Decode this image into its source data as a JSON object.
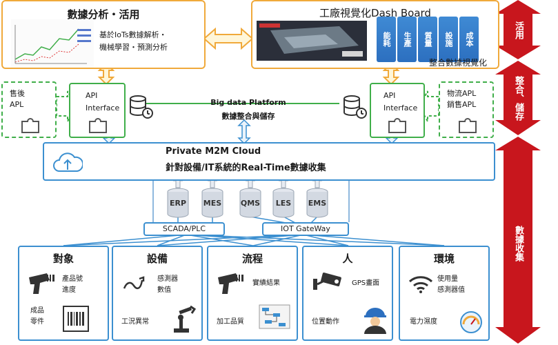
{
  "top": {
    "analysis": {
      "title": "數據分析・活用",
      "desc_line1": "基於IoTs數據解析・",
      "desc_line2": "機械學習・預測分析"
    },
    "dashboard": {
      "title": "工廠視覺化Dash Board",
      "pills": [
        "能耗",
        "生產",
        "質量",
        "設施",
        "成本"
      ],
      "caption": "整合數據視覺化"
    }
  },
  "middle": {
    "left_api": {
      "line1": "API",
      "line2": "Interface"
    },
    "right_api": {
      "line1": "API",
      "line2": "Interface"
    },
    "left_apl": {
      "line1": "售後",
      "line2": "APL"
    },
    "right_apl": {
      "line1": "物流APL",
      "line2": "銷售APL"
    },
    "platform": {
      "title": "Big data Platform",
      "subtitle": "數據整合與儲存"
    }
  },
  "cloud": {
    "title": "Private M2M Cloud",
    "subtitle": "針對設備/IT系統的Real-Time數據收集"
  },
  "systems": [
    "ERP",
    "MES",
    "QMS",
    "LES",
    "EMS"
  ],
  "gateways": {
    "scada": "SCADA/PLC",
    "iot": "IOT GateWay"
  },
  "cards": [
    {
      "title": "對象",
      "t1": "產品號",
      "t2": "進度",
      "t3": "成品",
      "t4": "零件"
    },
    {
      "title": "設備",
      "t1": "感測器",
      "t2": "數值",
      "t3": "工況異常"
    },
    {
      "title": "流程",
      "t1": "實績結果",
      "t3": "加工品質"
    },
    {
      "title": "人",
      "t1": "GPS畫面",
      "t3": "位置動作"
    },
    {
      "title": "環境",
      "t1": "使用量",
      "t2": "感測器值",
      "t3": "電力濕度"
    }
  ],
  "side": {
    "use": "活用",
    "integrate": "整合、儲存",
    "collect": "數據收集"
  },
  "colors": {
    "orange": "#f0a93a",
    "green": "#3fae49",
    "blue": "#3b8fd0",
    "red": "#c8161d"
  }
}
